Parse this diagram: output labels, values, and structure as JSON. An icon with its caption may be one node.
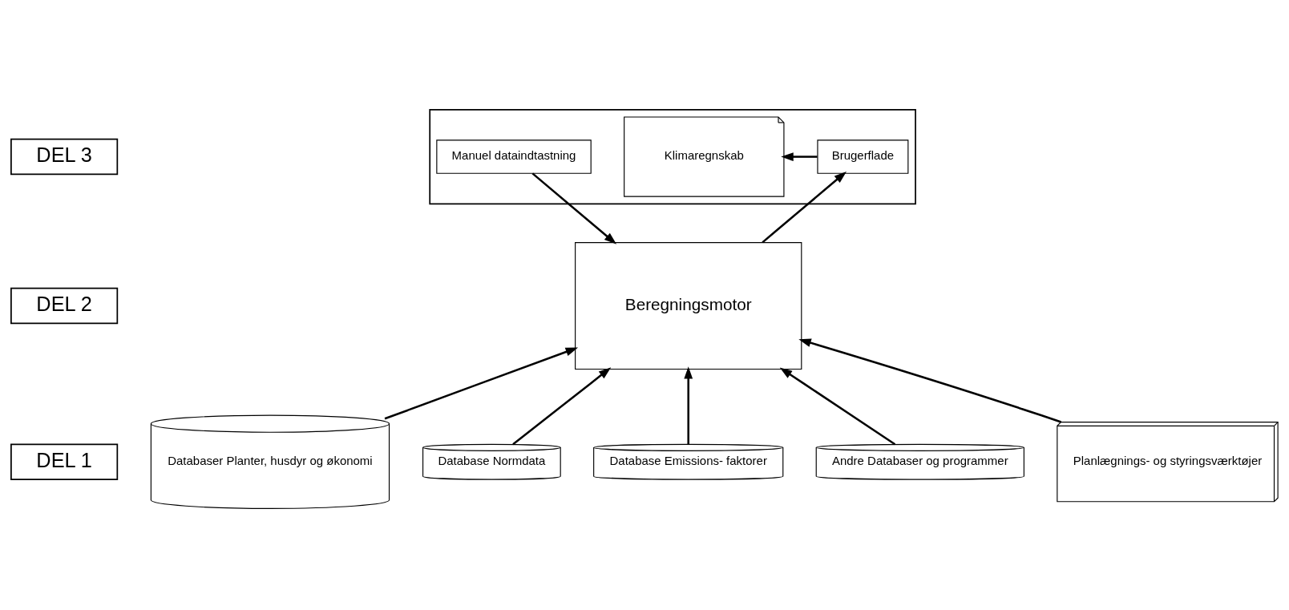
{
  "diagram": {
    "nodes": [
      {
        "text": [
          "DEL 3"
        ]
      },
      {
        "text": [
          "DEL 2"
        ]
      },
      {
        "text": [
          "DEL 1"
        ]
      },
      {
        "text": [],
        "shape": "box"
      },
      {
        "text": [
          "Klimaregnskab"
        ],
        "in": 3
      },
      {
        "text": [
          "Brugerflade"
        ],
        "in": 3
      },
      {
        "text": [
          "Manuel dataindtastning"
        ],
        "in": 3
      },
      {
        "text": [
          "Beregningsmotor"
        ]
      },
      {
        "text": [
          "Databaser Planter, husdyr og økonomi"
        ]
      },
      {
        "text": [
          "Database Normdata"
        ]
      },
      {
        "text": [
          "Database Emissions- faktorer"
        ]
      },
      {
        "text": [
          "Andre Databaser og programmer"
        ]
      },
      {
        "text": [
          "Planlægnings- og styringsværktøjer"
        ]
      }
    ],
    "edges": [
      {
        "from": 5,
        "to": 4,
        "arrow": "to"
      },
      {
        "from": 7,
        "to": 5,
        "arrow": "to"
      },
      {
        "from": 6,
        "to": 7,
        "arrow": "to"
      },
      {
        "from": 8,
        "to": 7,
        "arrow": "to"
      },
      {
        "from": 9,
        "to": 7,
        "arrow": "to"
      },
      {
        "from": 10,
        "to": 7,
        "arrow": "to"
      },
      {
        "from": 11,
        "to": 7,
        "arrow": "to"
      },
      {
        "from": 12,
        "to": 7,
        "arrow": "to"
      }
    ]
  }
}
